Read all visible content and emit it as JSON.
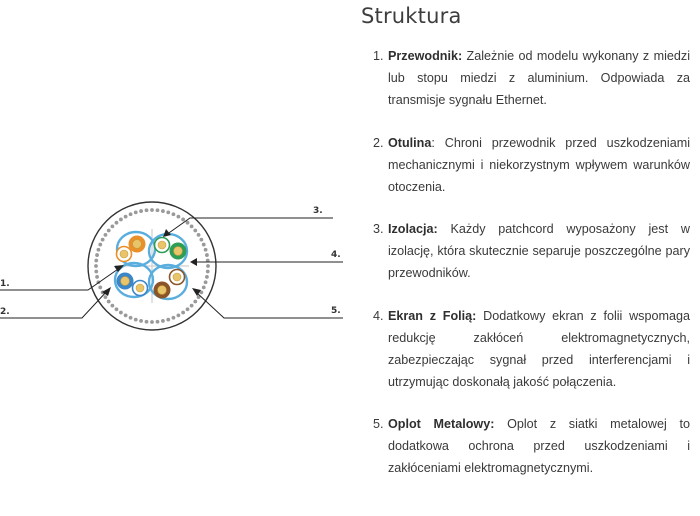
{
  "heading": "Struktura",
  "diagram_labels": [
    "1.",
    "2.",
    "3.",
    "4.",
    "5."
  ],
  "items": [
    {
      "num": "1.",
      "name": "Przewodnik:",
      "text": " Zależnie od modelu wykonany z miedzi lub stopu miedzi z aluminium. Odpowiada za transmisje sygnału Ethernet."
    },
    {
      "num": "2.",
      "name": "Otulina",
      "text": ": Chroni przewodnik przed uszkodzeniami mechanicznymi i niekorzystnym wpływem warunków otoczenia."
    },
    {
      "num": "3.",
      "name": "Izolacja:",
      "text": " Każdy patchcord wyposażony jest w izolację, która skutecznie separuje poszczególne pary przewodników."
    },
    {
      "num": "4.",
      "name": "Ekran z Folią:",
      "text": " Dodatkowy ekran z folii wspomaga redukcję zakłóceń elektromagnetycznych, zabezpieczając sygnał przed interferencjami i utrzymując doskonałą jakość połączenia."
    },
    {
      "num": "5.",
      "name": "Oplot Metalowy:",
      "text": " Oplot z siatki metalowej to dodatkowa ochrona przed uszkodzeniami i zakłóceniami elektromagnetycznymi."
    }
  ],
  "colors": {
    "outline": "#333333",
    "braid": "#9a9a9a",
    "foil": "#5aaede",
    "pair_white": "#ffffff",
    "orange": "#e9902a",
    "green": "#2e9e56",
    "blue": "#3a86c8",
    "brown": "#8a5528",
    "copper": "#e8c46a"
  }
}
